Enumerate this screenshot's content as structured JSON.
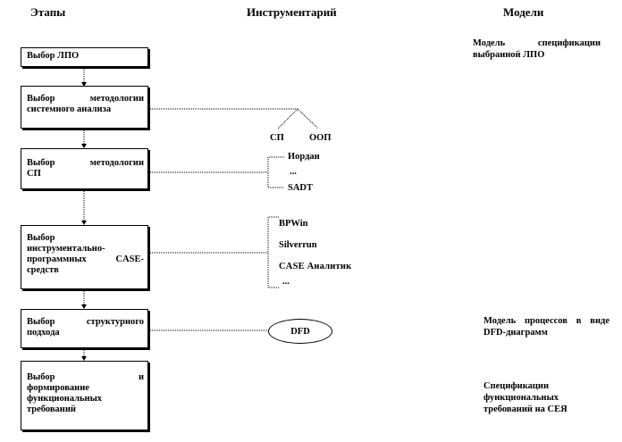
{
  "headers": {
    "stages": "Этапы",
    "tools": "Инструментарий",
    "models": "Модели"
  },
  "stages": [
    {
      "id": "s1",
      "lines": [
        "Выбор ЛПО"
      ]
    },
    {
      "id": "s2",
      "lines": [
        "Выбор методологии",
        "системного анализа"
      ]
    },
    {
      "id": "s3",
      "lines": [
        "Выбор методологии",
        "СП"
      ]
    },
    {
      "id": "s4",
      "lines": [
        "Выбор",
        "инструментально-",
        "программных CASE-",
        "средств"
      ]
    },
    {
      "id": "s5",
      "lines": [
        "Выбор структурного",
        "подхода"
      ]
    },
    {
      "id": "s6",
      "lines": [
        "Выбор и",
        "формирование",
        "функциональных",
        "требований"
      ]
    }
  ],
  "tools": {
    "sp": "СП",
    "oop": "ООП",
    "iordan": "Иордан",
    "dots1": "...",
    "sadt": "SADT",
    "bpwin": "BPWin",
    "silverrun": "Silverrun",
    "case_analyst": "CASE Аналитик",
    "dots2": "...",
    "dfd": "DFD"
  },
  "models": {
    "m1": "Модель спецификации выбранной ЛПО",
    "m2": "Модель процессов в виде DFD-диаграмм",
    "m3": "Спецификации функциональных требований на СЕЯ"
  }
}
